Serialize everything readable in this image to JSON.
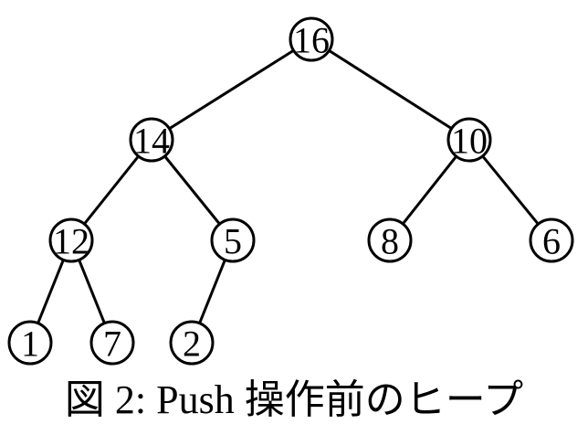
{
  "caption": "図 2: Push 操作前のヒープ",
  "nodes": [
    {
      "id": "n16",
      "value": "16"
    },
    {
      "id": "n14",
      "value": "14"
    },
    {
      "id": "n10",
      "value": "10"
    },
    {
      "id": "n12",
      "value": "12"
    },
    {
      "id": "n5",
      "value": "5"
    },
    {
      "id": "n8",
      "value": "8"
    },
    {
      "id": "n6",
      "value": "6"
    },
    {
      "id": "n1",
      "value": "1"
    },
    {
      "id": "n7",
      "value": "7"
    },
    {
      "id": "n2",
      "value": "2"
    }
  ],
  "edges": [
    {
      "from": "n16",
      "to": "n14"
    },
    {
      "from": "n16",
      "to": "n10"
    },
    {
      "from": "n14",
      "to": "n12"
    },
    {
      "from": "n14",
      "to": "n5"
    },
    {
      "from": "n10",
      "to": "n8"
    },
    {
      "from": "n10",
      "to": "n6"
    },
    {
      "from": "n12",
      "to": "n1"
    },
    {
      "from": "n12",
      "to": "n7"
    },
    {
      "from": "n5",
      "to": "n2"
    }
  ]
}
